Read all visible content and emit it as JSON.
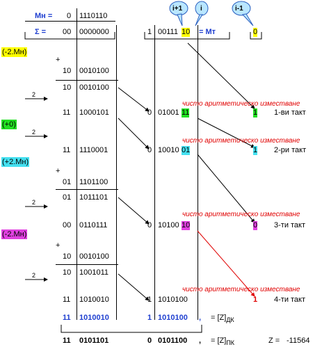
{
  "header": {
    "mn_label": "Мн =",
    "mn_sign": "0",
    "mn_bits": "1110110",
    "sum_label": "Σ =",
    "sum_sign": "00",
    "sum_bits": "0000000",
    "mt_sign": "1",
    "mt_bits_a": "00111",
    "mt_bits_b": "10",
    "mt_label": "= Мт",
    "extra_bit": "0",
    "bubble_i1": "i+1",
    "bubble_i": "i",
    "bubble_im1": "i-1"
  },
  "annotations": {
    "minus2": "(-2.Мн)",
    "zero": "(+0)",
    "plus2": "(+2.Мн)",
    "minus2b": "(-2.Мн)"
  },
  "rows": {
    "plus1": "+",
    "add1_sign": "10",
    "add1_bits": "0010100",
    "r1_sign": "10",
    "r1_bits": "0010100",
    "shift1_label": "2",
    "r2_sign": "11",
    "r2_bits": "1000101",
    "m1_sign": "0",
    "m1_bits_a": "01001",
    "m1_bits_b": "11",
    "shift2_label": "2",
    "r3_sign": "11",
    "r3_bits": "1110001",
    "m2_sign": "0",
    "m2_bits_a": "10010",
    "m2_bits_b": "01",
    "plus2": "+",
    "add2_sign": "01",
    "add2_bits": "1101100",
    "shift3_label": "2",
    "r4_sign": "01",
    "r4_bits": "1011101",
    "r5_sign": "00",
    "r5_bits": "0110111",
    "m3_sign": "0",
    "m3_bits_a": "10100",
    "m3_bits_b": "10",
    "plus3": "+",
    "add3_sign": "10",
    "add3_bits": "0010100",
    "shift4_label": "2",
    "r6_sign": "10",
    "r6_bits": "1001011",
    "r7_sign": "11",
    "r7_bits": "1010010",
    "m4_sign": "1",
    "m4_bits": "1010100"
  },
  "notes": {
    "shift_note_1": "чисто аритметическо изместване",
    "shift_note_2": "чисто аритметическо изместване",
    "shift_note_3": "чисто аритметическо изместване",
    "shift_note_4": "чисто аритметическо изместване"
  },
  "extra_bits": {
    "b1": "1",
    "b2": "1",
    "b3": "0",
    "b4": "1"
  },
  "cycles": {
    "c1": "1-ви такт",
    "c2": "2-ри такт",
    "c3": "3-ти такт",
    "c4": "4-ти такт"
  },
  "result": {
    "dk_sign": "11",
    "dk_bits": "1010010",
    "dk_m_sign": "1",
    "dk_m_bits": "1010100",
    "dk_comma": ",",
    "dk_label": "= [Z]",
    "dk_sub": "ДК",
    "pk_sign": "11",
    "pk_bits": "0101101",
    "pk_m_sign": "0",
    "pk_m_bits": "0101100",
    "pk_comma": ",",
    "pk_label": "= [Z]",
    "pk_sub": "ПК",
    "z_label": "Z =",
    "z_value": "-11564"
  },
  "colors": {
    "blue": "#1f3fd0",
    "red": "#e00000",
    "yellow": "#ffff00",
    "green": "#22e022",
    "cyan": "#44e0f0",
    "magenta": "#e040e0"
  }
}
